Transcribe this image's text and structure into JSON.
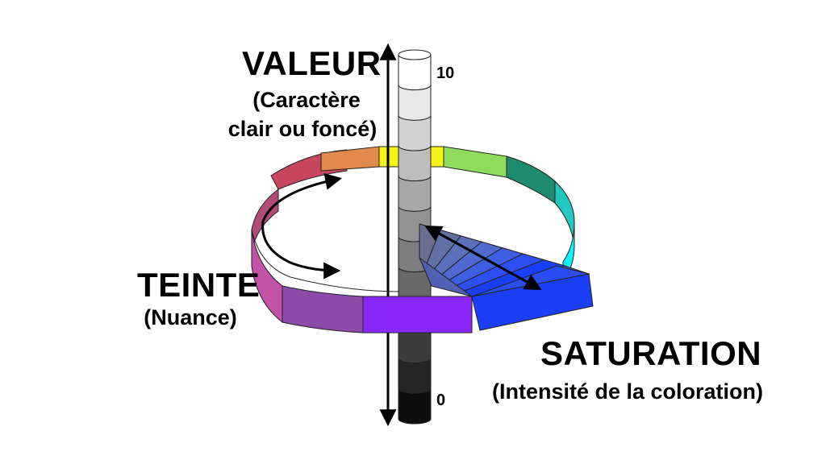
{
  "labels": {
    "value": {
      "title": "VALEUR",
      "line1": "(Caractère",
      "line2": "clair ou foncé)"
    },
    "hue": {
      "title": "TEINTE",
      "sub": "(Nuance)"
    },
    "saturation": {
      "title": "SATURATION",
      "sub": "(Intensité de la coloration)"
    }
  },
  "scale": {
    "max": "10",
    "min": "0"
  },
  "value_steps_top_to_bottom": [
    "#ffffff",
    "#e8e8e8",
    "#d2d2d2",
    "#bdbdbd",
    "#a8a8a8",
    "#939393",
    "#7e7e7e",
    "#686868",
    "#525252",
    "#3c3c3c",
    "#252525",
    "#0d0d0d"
  ],
  "hue_segments_back": [
    "#e2894d",
    "#f6f417",
    "#8fdc5d",
    "#1d8b6f",
    "#22c7c0"
  ],
  "hue_segments_front": [
    "#c8475f",
    "#c453a8",
    "#8a4ca8",
    "#8a28fb",
    "#3f55ff"
  ],
  "saturation_steps": [
    "#6a6f8f",
    "#6270a6",
    "#5a70bb",
    "#4f6ad0",
    "#3f5fe3",
    "#2e4ff3",
    "#1a3ffb"
  ]
}
